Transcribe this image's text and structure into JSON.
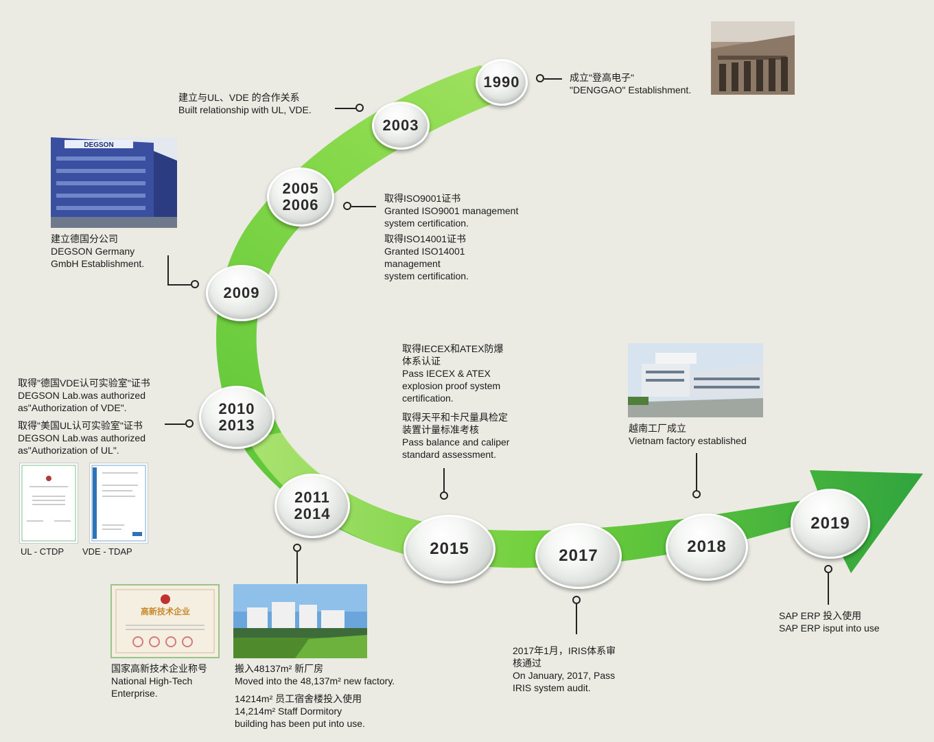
{
  "nodes": {
    "y1990": [
      "1990"
    ],
    "y2003": [
      "2003"
    ],
    "y2005": [
      "2005",
      "2006"
    ],
    "y2009": [
      "2009"
    ],
    "y2010": [
      "2010",
      "2013"
    ],
    "y2011": [
      "2011",
      "2014"
    ],
    "y2015": [
      "2015"
    ],
    "y2017": [
      "2017"
    ],
    "y2018": [
      "2018"
    ],
    "y2019": [
      "2019"
    ]
  },
  "events": {
    "e1990": [
      "成立\"登高电子\"",
      "\"DENGGAO\" Establishment."
    ],
    "e2003": [
      "建立与UL、VDE 的合作关系",
      "Built relationship with UL, VDE."
    ],
    "e2005a": [
      "取得ISO9001证书",
      "Granted ISO9001 management",
      "system certification."
    ],
    "e2005b": [
      "取得ISO14001证书",
      "Granted ISO14001",
      "management",
      "system certification."
    ],
    "e2009": [
      "建立德国分公司",
      "DEGSON Germany",
      "GmbH Establishment."
    ],
    "e2010a": [
      "取得\"德国VDE认可实验室\"证书",
      "DEGSON Lab.was authorized",
      "as\"Authorization of VDE\"."
    ],
    "e2010b": [
      "取得\"美国UL认可实验室\"证书",
      "DEGSON Lab.was authorized",
      "as\"Authorization of UL\"."
    ],
    "e2015a": [
      "取得IECEX和ATEX防爆",
      "体系认证",
      "Pass IECEX & ATEX",
      "explosion proof system",
      "certification."
    ],
    "e2015b": [
      "取得天平和卡尺量具检定",
      "装置计量标准考核",
      "Pass balance and caliper",
      "standard assessment."
    ],
    "e2018": [
      "越南工厂成立",
      "Vietnam factory established"
    ],
    "e2019": [
      "SAP ERP 投入使用",
      "SAP ERP isput into use"
    ],
    "e2017": [
      "2017年1月，IRIS体系审",
      "核通过",
      "On January, 2017, Pass",
      "IRIS system audit."
    ],
    "e2011a": [
      "搬入48137m² 新厂房",
      "Moved into the 48,137m² new factory."
    ],
    "e2011b": [
      "14214m² 员工宿舍楼投入使用",
      "14,214m² Staff Dormitory",
      "building has been put into use."
    ],
    "hightech": [
      "国家高新技术企业称号",
      "National High-Tech",
      "Enterprise."
    ]
  },
  "certificates": {
    "ul_caption": "UL - CTDP",
    "vde_caption": "VDE - TDAP"
  },
  "photos": {
    "germany_sign": "DEGSON",
    "hightech_title": "高新技术企业"
  },
  "colors": {
    "path_light": "#c8ec84",
    "path_mid": "#6fcf3a",
    "path_dark": "#1f9a3a",
    "background": "#ebebe4"
  }
}
